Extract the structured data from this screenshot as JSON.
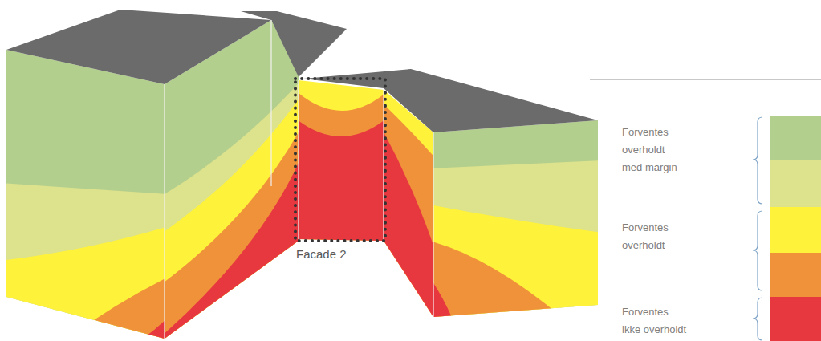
{
  "diagram": {
    "nodes": [
      {
        "text": [
          "Facade 2"
        ]
      }
    ],
    "legend": [
      {
        "text": "Forventes overholdt med margin",
        "color": "#b3cf8d"
      },
      {
        "text": "Forventes overholdt",
        "color": "#fff23a"
      },
      {
        "text": "Forventes ikke overholdt",
        "color": "#e8383f"
      }
    ]
  }
}
